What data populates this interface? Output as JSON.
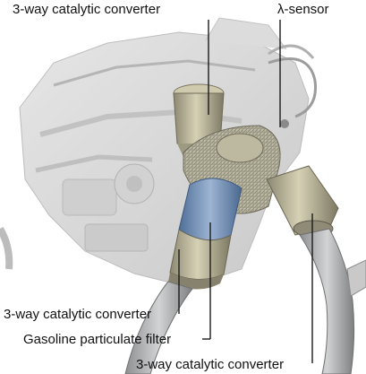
{
  "labels": {
    "top_left": "3-way catalytic converter",
    "top_right": "λ-sensor",
    "bottom_1": "3-way catalytic converter",
    "bottom_2": "Gasoline particulate filter",
    "bottom_3": "3-way catalytic converter"
  },
  "colors": {
    "engine": "#d9d9d9",
    "catalyst_metal": "#b8b39a",
    "filter_blue": "#6f8fb8",
    "pipe_steel": "#a9aaab"
  }
}
